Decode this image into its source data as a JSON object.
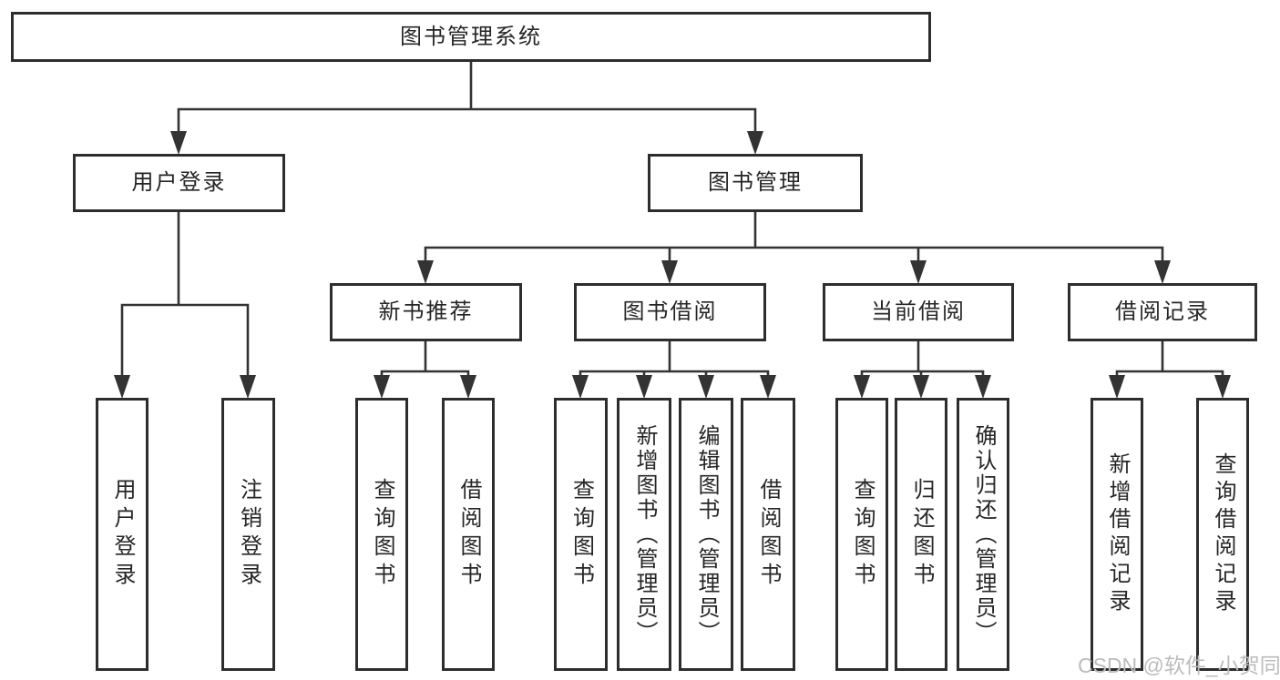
{
  "diagram": {
    "root": {
      "label": "图书管理系统"
    },
    "branches": {
      "user_login": {
        "label": "用户登录",
        "children": [
          {
            "label": "用户登录"
          },
          {
            "label": "注销登录"
          }
        ]
      },
      "book_management": {
        "label": "图书管理",
        "children": [
          {
            "label": "新书推荐",
            "children": [
              {
                "label": "查询图书"
              },
              {
                "label": "借阅图书"
              }
            ]
          },
          {
            "label": "图书借阅",
            "children": [
              {
                "label": "查询图书"
              },
              {
                "label": "新增图书（管理员）"
              },
              {
                "label": "编辑图书（管理员）"
              },
              {
                "label": "借阅图书"
              }
            ]
          },
          {
            "label": "当前借阅",
            "children": [
              {
                "label": "查询图书"
              },
              {
                "label": "归还图书"
              },
              {
                "label": "确认归还（管理员）"
              }
            ]
          },
          {
            "label": "借阅记录",
            "children": [
              {
                "label": "新增借阅记录"
              },
              {
                "label": "查询借阅记录"
              }
            ]
          }
        ]
      }
    },
    "watermark": "CSDN @软件_小贺同学",
    "colors": {
      "line": "#333333",
      "box_border": "#2d2d2d",
      "text": "#262626",
      "watermark": "#bcbcbc",
      "background": "#ffffff"
    }
  }
}
